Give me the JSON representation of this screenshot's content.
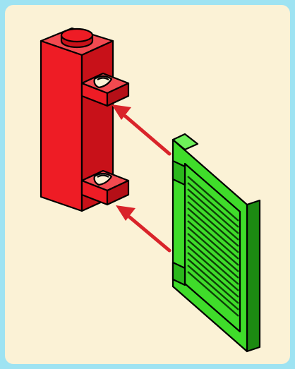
{
  "illustration": {
    "subject": "brick-assembly-instruction",
    "colors": {
      "frame": "#9ee3f2",
      "background": "#fbf2d6",
      "brick": "#ee1c25",
      "brick_dark": "#b50f17",
      "shutter": "#3fdc2a",
      "shutter_dark": "#1c8a12",
      "arrow": "#d9242a",
      "outline": "#000000"
    },
    "parts": [
      "red-brick-with-clips",
      "green-shutter",
      "assembly-arrow",
      "assembly-arrow"
    ]
  }
}
